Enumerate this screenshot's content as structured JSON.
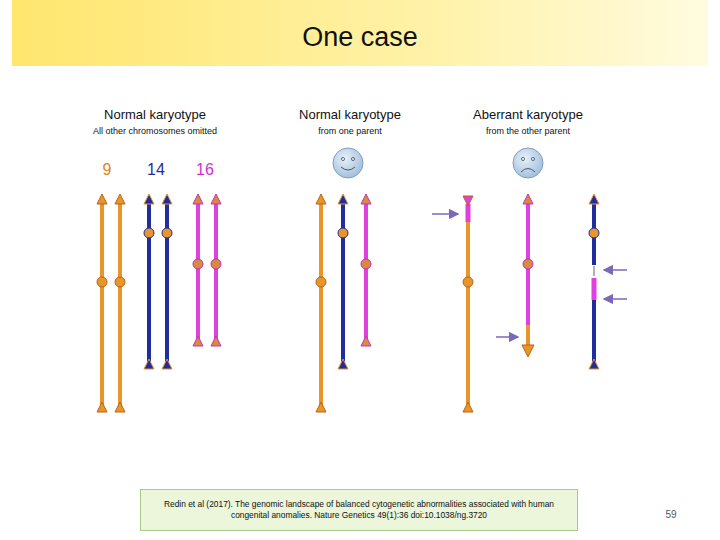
{
  "diagram": {
    "title": "One case",
    "nodes": [
      {
        "text": [
          "Redin et al (2017). The genomic landscape of balanced cytogenetic abnormalities associated with human congenital anomalies. Nature Genetics 49(1):36 doi:10.1038/ng.3720"
        ]
      }
    ],
    "labels": [
      "Normal karyotype",
      "All other chromosomes omitted",
      "Normal karyotype",
      "from one parent",
      "Aberrant karyotype",
      "from the other parent",
      "9",
      "14",
      "16",
      "59"
    ]
  }
}
